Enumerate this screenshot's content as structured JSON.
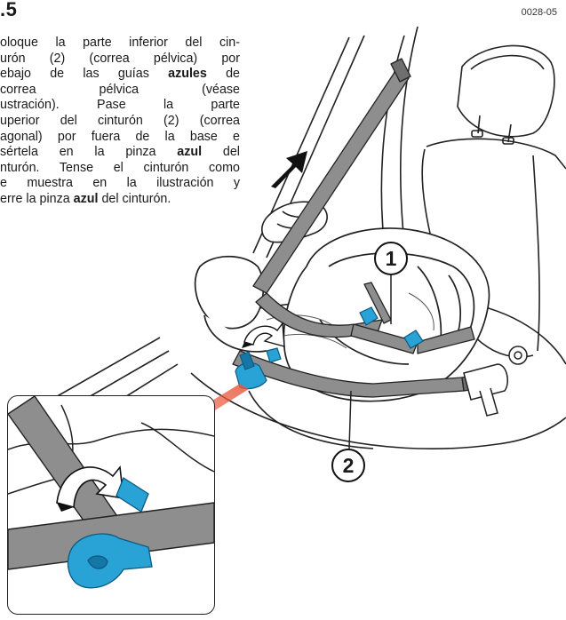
{
  "header": {
    "step_number": ".5",
    "ref_code": "0028-05"
  },
  "instructions": {
    "lines": [
      [
        "oloque la parte inferior del cin-"
      ],
      [
        "urón (2) (correa pélvica) por"
      ],
      [
        "ebajo de las guías ",
        {
          "b": "azules"
        },
        " de"
      ],
      [
        " correa pélvica (véase"
      ],
      [
        "ustración). Pase la parte"
      ],
      [
        "uperior del cinturón (2) (correa"
      ],
      [
        "agonal) por fuera de la base e"
      ],
      [
        "sértela en la pinza ",
        {
          "b": "azul"
        },
        " del"
      ],
      [
        "nturón. Tense el cinturón como"
      ],
      [
        "e muestra en la ilustración y"
      ],
      [
        "erre la pinza ",
        {
          "b": "azul"
        },
        " del cinturón."
      ]
    ]
  },
  "callouts": {
    "one": "1",
    "two": "2"
  },
  "colors": {
    "belt": "#8e8e8e",
    "belt_dark": "#6f6f6f",
    "clip_blue": "#29a3d6",
    "clip_blue_dark": "#1477a8",
    "highlight_red": "#e8583e",
    "line": "#222222"
  }
}
